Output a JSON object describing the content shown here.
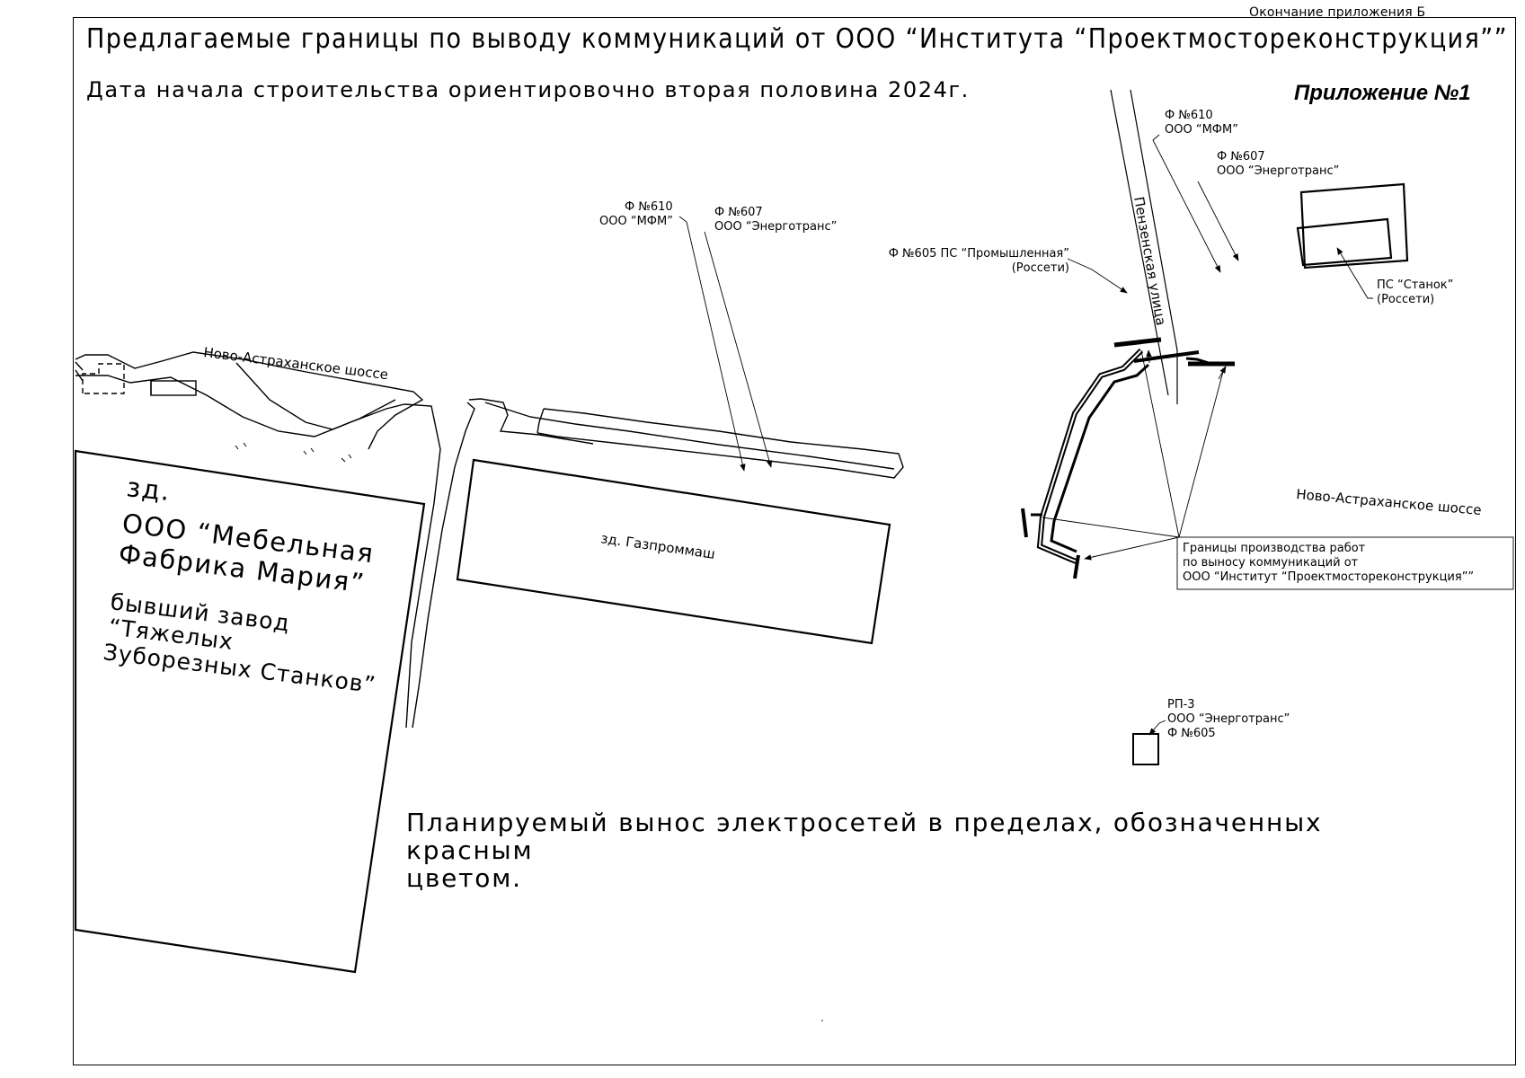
{
  "header": {
    "corner_note": "Окончание приложения Б",
    "title": "Предлагаемые границы по выводу коммуникаций от ООО “Института “Проектмостореконструкция””",
    "subtitle": "Дата начала строительства ориентировочно вторая половина 2024г.",
    "appendix": "Приложение №1"
  },
  "map": {
    "road_novo_left": "Ново-Астраханское шоссе",
    "road_novo_right": "Ново-Астраханское шоссе",
    "street_penza": "Пензенская улица",
    "building_mebel": {
      "line1": "зд.",
      "line2": "ООО “Мебельная",
      "line3": "Фабрика Мария”",
      "line4": "бывший завод",
      "line5": "“Тяжелых",
      "line6": "Зуборезных Станков”"
    },
    "building_gazprommash": "зд. Газпроммаш",
    "feeder_610_left": {
      "line1": "Ф №610",
      "line2": "ООО “МФМ”"
    },
    "feeder_607_left": {
      "line1": "Ф №607",
      "line2": "ООО “Энерготранс”"
    },
    "feeder_610_right": {
      "line1": "Ф №610",
      "line2": "ООО “МФМ”"
    },
    "feeder_607_right": {
      "line1": "Ф №607",
      "line2": "ООО “Энерготранс”"
    },
    "feeder_605": {
      "line1": "Ф №605 ПС “Промышленная”",
      "line2": "(Россети)"
    },
    "substation": {
      "line1": "ПС “Станок”",
      "line2": "(Россети)"
    },
    "rp3": {
      "line1": "РП-3",
      "line2": "ООО “Энерготранс”",
      "line3": "Ф №605"
    },
    "work_limits": {
      "line1": "Границы производства работ",
      "line2": "по выносу коммуникаций от",
      "line3": "ООО “Институт “Проектмостореконструкция””"
    }
  },
  "note": {
    "line1": "Планируемый  вынос электросетей в пределах, обозначенных красным",
    "line2": "цветом."
  }
}
